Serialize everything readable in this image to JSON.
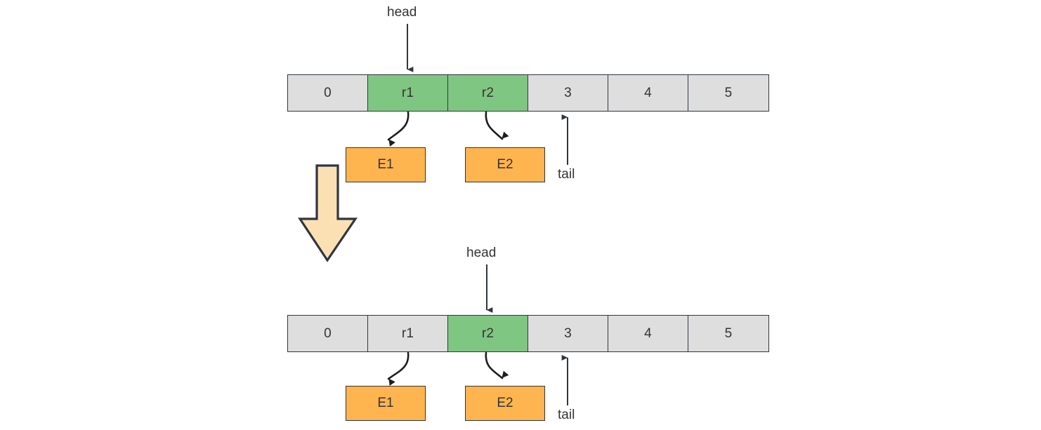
{
  "diagram": {
    "title_text": "",
    "colors": {
      "array_cell_default": "#dedede",
      "array_cell_highlight": "#80c683",
      "element_box": "#ffb54f",
      "transition_arrow_fill": "#fbe0b4",
      "stroke": "#2f3640",
      "text": "#333333"
    },
    "states": [
      {
        "name": "before",
        "array": {
          "cells": [
            {
              "label": "0",
              "highlighted": false
            },
            {
              "label": "r1",
              "highlighted": true
            },
            {
              "label": "r2",
              "highlighted": true
            },
            {
              "label": "3",
              "highlighted": false
            },
            {
              "label": "4",
              "highlighted": false
            },
            {
              "label": "5",
              "highlighted": false
            }
          ]
        },
        "pointers": [
          {
            "name": "head",
            "label": "head",
            "points_to_index": 1,
            "direction": "down"
          },
          {
            "name": "tail",
            "label": "tail",
            "points_to_index": 3,
            "direction": "up"
          }
        ],
        "elements": [
          {
            "label": "E1",
            "referenced_by": "r1"
          },
          {
            "label": "E2",
            "referenced_by": "r2"
          }
        ]
      },
      {
        "name": "after",
        "array": {
          "cells": [
            {
              "label": "0",
              "highlighted": false
            },
            {
              "label": "r1",
              "highlighted": false
            },
            {
              "label": "r2",
              "highlighted": true
            },
            {
              "label": "3",
              "highlighted": false
            },
            {
              "label": "4",
              "highlighted": false
            },
            {
              "label": "5",
              "highlighted": false
            }
          ]
        },
        "pointers": [
          {
            "name": "head",
            "label": "head",
            "points_to_index": 2,
            "direction": "down"
          },
          {
            "name": "tail",
            "label": "tail",
            "points_to_index": 3,
            "direction": "up"
          }
        ],
        "elements": [
          {
            "label": "E1",
            "referenced_by": "r1"
          },
          {
            "label": "E2",
            "referenced_by": "r2"
          }
        ]
      }
    ]
  }
}
